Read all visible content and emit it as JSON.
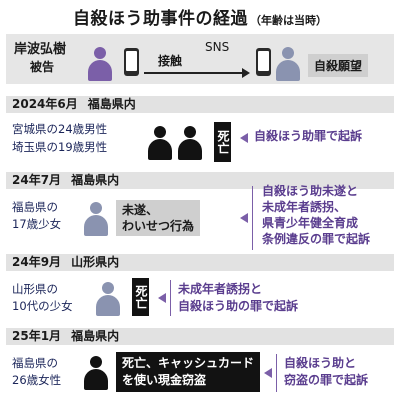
{
  "header": {
    "title": "自殺ほう助事件の経過",
    "note": "（年齢は当時）"
  },
  "top": {
    "defendant_name": "岸波弘樹",
    "defendant_role": "被告",
    "contact_label": "接触",
    "sns_label": "SNS",
    "wish_label": "自殺願望"
  },
  "events": [
    {
      "date": "2024年6月",
      "place": "福島県内",
      "victims": [
        "宮城県の24歳男性",
        "埼玉県の19歳男性"
      ],
      "outcome": "死亡",
      "charge": [
        "自殺ほう助罪で起訴"
      ]
    },
    {
      "date": "24年7月",
      "place": "福島県内",
      "victims": [
        "福島県の",
        "17歳少女"
      ],
      "outcome": [
        "未遂、",
        "わいせつ行為"
      ],
      "charge": [
        "自殺ほう助未遂と",
        "未成年者誘拐、",
        "県青少年健全育成",
        "条例違反の罪で起訴"
      ]
    },
    {
      "date": "24年9月",
      "place": "山形県内",
      "victims": [
        "山形県の",
        "10代の少女"
      ],
      "outcome": "死亡",
      "charge": [
        "未成年者誘拐と",
        "自殺ほう助の罪で起訴"
      ]
    },
    {
      "date": "25年1月",
      "place": "福島県内",
      "victims": [
        "福島県の",
        "26歳女性"
      ],
      "outcome": [
        "死亡、キャッシュカード",
        "を使い現金窃盗"
      ],
      "charge": [
        "自殺ほう助と",
        "窃盗の罪で起訴"
      ]
    }
  ],
  "colors": {
    "victim": "#121212",
    "defendant": "#7b5fa8",
    "minor_victim": "#8a93b0",
    "charge_text": "#5a3d8e",
    "band": "#e2e2e2"
  },
  "icons": [
    "person-icon",
    "smartphone-icon",
    "arrow-right-icon",
    "arrow-left-icon"
  ]
}
